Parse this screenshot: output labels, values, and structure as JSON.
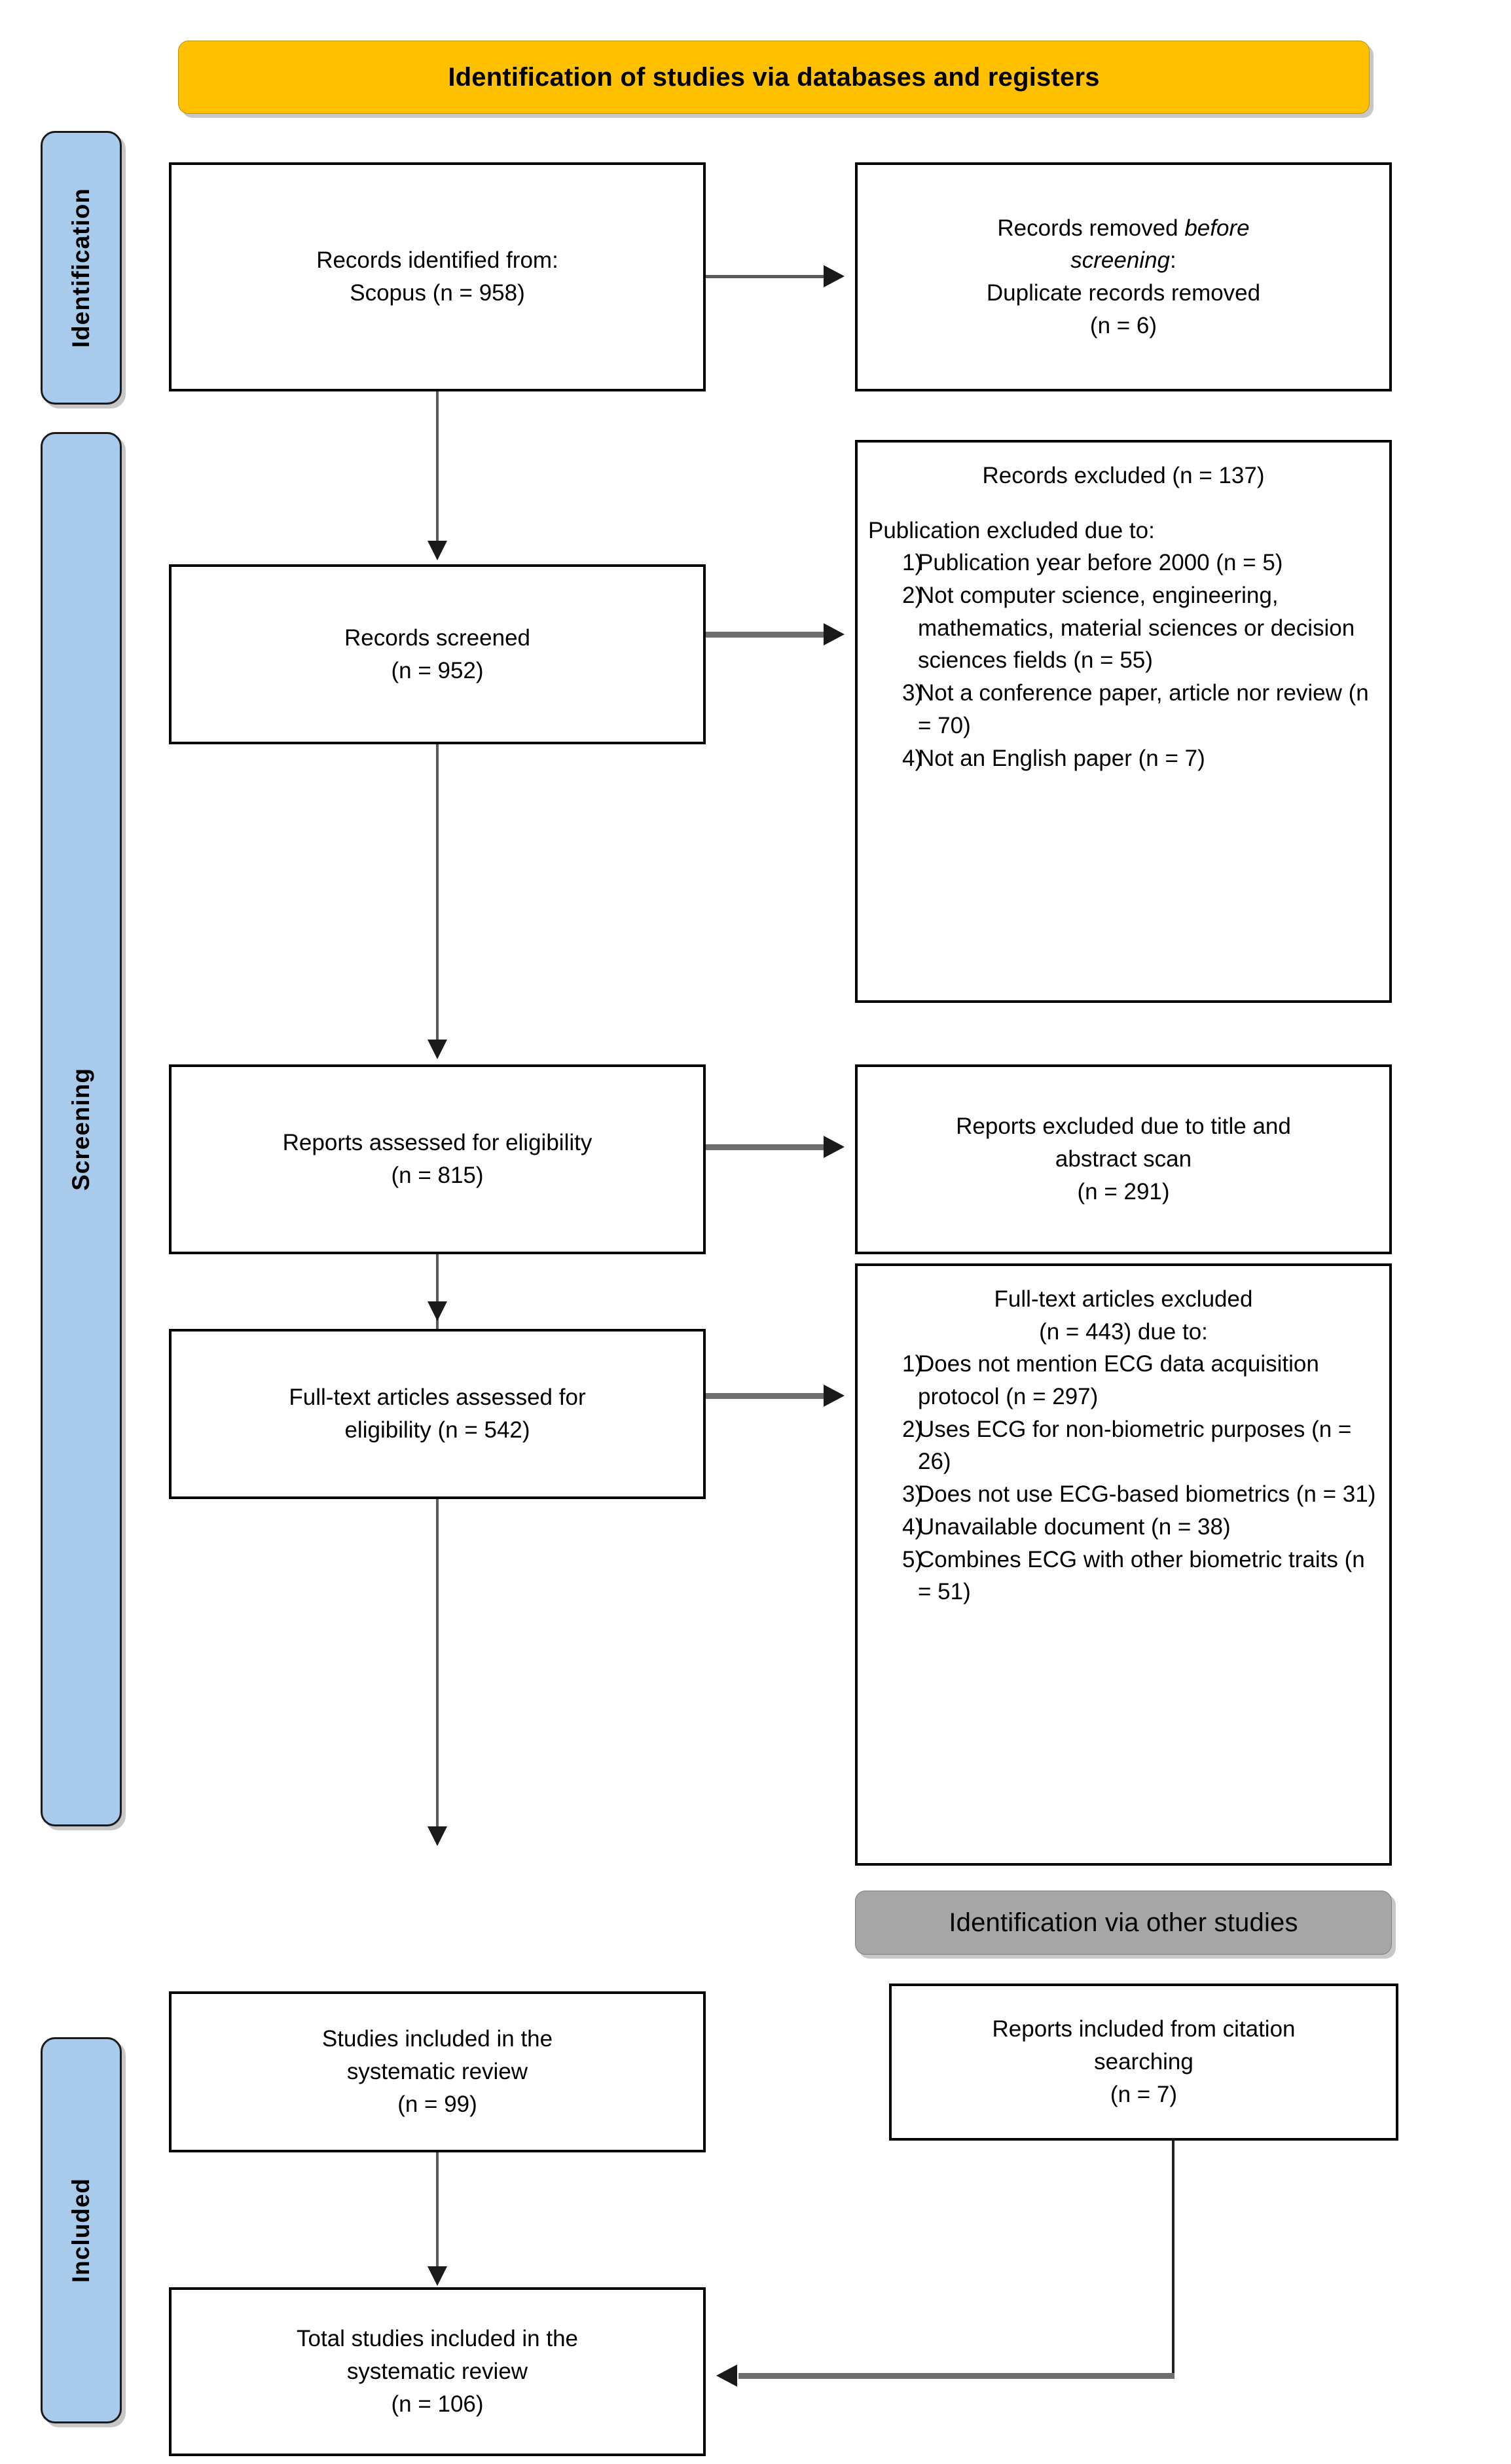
{
  "diagram": {
    "title": "PRISMA flow diagram",
    "colors": {
      "banner_primary": "#FFC000",
      "banner_secondary": "#A6A6A6",
      "stage_pill": "#A8CBEC",
      "box_border": "#000000",
      "connector": "#5a5a5a"
    }
  },
  "banners": {
    "databases": "Identification of studies via databases and registers",
    "other_studies": "Identification via other studies"
  },
  "stages": {
    "identification": "Identification",
    "screening": "Screening",
    "included": "Included"
  },
  "boxes": {
    "records_identified": {
      "line1": "Records identified from:",
      "line2": "Scopus (n = 958)"
    },
    "records_removed": {
      "line1_pre": "Records removed ",
      "line1_em": "before",
      "line2_em": "screening",
      "line2_post": ":",
      "line3": "Duplicate records removed",
      "line4": "(n = 6)"
    },
    "records_screened": {
      "line1": "Records screened",
      "line2": "(n = 952)"
    },
    "records_excluded": {
      "header": "Records excluded (n = 137)",
      "subheader": "Publication excluded due to:",
      "items": [
        {
          "num": "1)",
          "text": "Publication year before 2000 (n = 5)"
        },
        {
          "num": "2)",
          "text": "Not computer science, engineering, mathematics, material sciences or decision sciences fields (n = 55)"
        },
        {
          "num": "3)",
          "text": "Not a conference paper, article nor review (n = 70)"
        },
        {
          "num": "4)",
          "text": "Not an English paper (n = 7)"
        }
      ]
    },
    "reports_assessed": {
      "line1": "Reports assessed for eligibility",
      "line2": "(n = 815)"
    },
    "reports_excluded": {
      "line1": "Reports excluded due to title and",
      "line2": "abstract scan",
      "line3": "(n = 291)"
    },
    "fulltext_assessed": {
      "line1": "Full-text articles assessed for",
      "line2": "eligibility (n = 542)"
    },
    "fulltext_excluded": {
      "header_line1": "Full-text articles excluded",
      "header_line2": "(n = 443) due to:",
      "items": [
        {
          "num": "1)",
          "text": "Does not mention ECG data acquisition protocol (n = 297)"
        },
        {
          "num": "2)",
          "text": "Uses ECG for non-biometric purposes (n = 26)"
        },
        {
          "num": "3)",
          "text": "Does not use ECG-based biometrics (n = 31)"
        },
        {
          "num": "4)",
          "text": "Unavailable document (n = 38)"
        },
        {
          "num": "5)",
          "text": "Combines ECG with other biometric traits (n = 51)"
        }
      ]
    },
    "studies_included": {
      "line1": "Studies included in the",
      "line2": "systematic review",
      "line3": "(n = 99)"
    },
    "reports_citation": {
      "line1": "Reports included from citation",
      "line2": "searching",
      "line3": "(n = 7)"
    },
    "total_included": {
      "line1": "Total studies included in the",
      "line2": "systematic review",
      "line3": "(n = 106)"
    }
  },
  "chart_data": {
    "type": "diagram",
    "title": "PRISMA 2020 flow diagram",
    "nodes": [
      {
        "id": "records_identified",
        "label": "Records identified from: Scopus",
        "n": 958,
        "stage": "Identification"
      },
      {
        "id": "records_removed",
        "label": "Duplicate records removed before screening",
        "n": 6,
        "stage": "Identification"
      },
      {
        "id": "records_screened",
        "label": "Records screened",
        "n": 952,
        "stage": "Screening"
      },
      {
        "id": "records_excluded",
        "label": "Records excluded",
        "n": 137,
        "stage": "Screening"
      },
      {
        "id": "reports_assessed",
        "label": "Reports assessed for eligibility",
        "n": 815,
        "stage": "Screening"
      },
      {
        "id": "reports_excluded",
        "label": "Reports excluded due to title and abstract scan",
        "n": 291,
        "stage": "Screening"
      },
      {
        "id": "fulltext_assessed",
        "label": "Full-text articles assessed for eligibility",
        "n": 542,
        "stage": "Screening"
      },
      {
        "id": "fulltext_excluded",
        "label": "Full-text articles excluded",
        "n": 443,
        "stage": "Screening"
      },
      {
        "id": "studies_included",
        "label": "Studies included in the systematic review",
        "n": 99,
        "stage": "Included"
      },
      {
        "id": "reports_citation",
        "label": "Reports included from citation searching",
        "n": 7,
        "stage": "Included"
      },
      {
        "id": "total_included",
        "label": "Total studies included in the systematic review",
        "n": 106,
        "stage": "Included"
      }
    ],
    "exclusion_breakdown": {
      "records_excluded_137": [
        {
          "reason": "Publication year before 2000",
          "n": 5
        },
        {
          "reason": "Not computer science, engineering, mathematics, material sciences or decision sciences fields",
          "n": 55
        },
        {
          "reason": "Not a conference paper, article nor review",
          "n": 70
        },
        {
          "reason": "Not an English paper",
          "n": 7
        }
      ],
      "fulltext_excluded_443": [
        {
          "reason": "Does not mention ECG data acquisition protocol",
          "n": 297
        },
        {
          "reason": "Uses ECG for non-biometric purposes",
          "n": 26
        },
        {
          "reason": "Does not use ECG-based biometrics",
          "n": 31
        },
        {
          "reason": "Unavailable document",
          "n": 38
        },
        {
          "reason": "Combines ECG with other biometric traits",
          "n": 51
        }
      ]
    },
    "edges": [
      {
        "from": "records_identified",
        "to": "records_removed"
      },
      {
        "from": "records_identified",
        "to": "records_screened"
      },
      {
        "from": "records_screened",
        "to": "records_excluded"
      },
      {
        "from": "records_screened",
        "to": "reports_assessed"
      },
      {
        "from": "reports_assessed",
        "to": "reports_excluded"
      },
      {
        "from": "reports_assessed",
        "to": "fulltext_assessed"
      },
      {
        "from": "fulltext_assessed",
        "to": "fulltext_excluded"
      },
      {
        "from": "fulltext_assessed",
        "to": "studies_included"
      },
      {
        "from": "studies_included",
        "to": "total_included"
      },
      {
        "from": "reports_citation",
        "to": "total_included"
      }
    ]
  }
}
